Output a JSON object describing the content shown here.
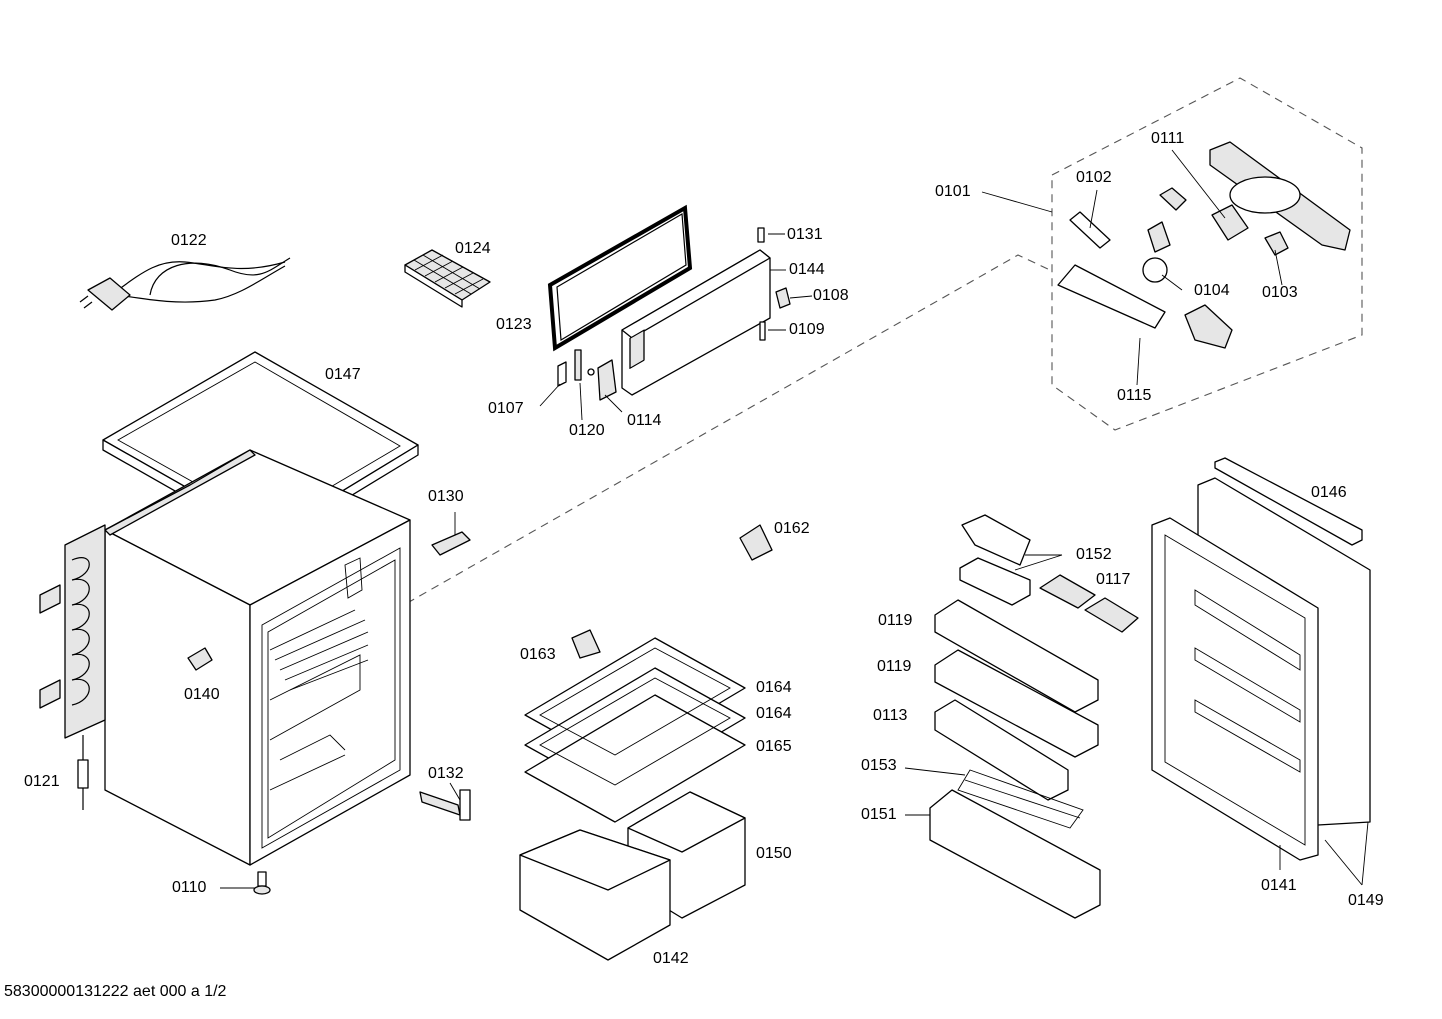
{
  "diagram": {
    "labels": {
      "p0101": "0101",
      "p0102": "0102",
      "p0103": "0103",
      "p0104": "0104",
      "p0107": "0107",
      "p0108": "0108",
      "p0109": "0109",
      "p0110": "0110",
      "p0111": "0111",
      "p0113": "0113",
      "p0114": "0114",
      "p0115": "0115",
      "p0117": "0117",
      "p0119a": "0119",
      "p0119b": "0119",
      "p0120": "0120",
      "p0121": "0121",
      "p0122": "0122",
      "p0123": "0123",
      "p0124": "0124",
      "p0130": "0130",
      "p0131": "0131",
      "p0132": "0132",
      "p0140": "0140",
      "p0141": "0141",
      "p0142": "0142",
      "p0144": "0144",
      "p0146": "0146",
      "p0147": "0147",
      "p0149": "0149",
      "p0150": "0150",
      "p0151": "0151",
      "p0152": "0152",
      "p0153": "0153",
      "p0162": "0162",
      "p0163": "0163",
      "p0164a": "0164",
      "p0164b": "0164",
      "p0165": "0165"
    },
    "footer": "58300000131222 aet 000 a 1/2"
  }
}
